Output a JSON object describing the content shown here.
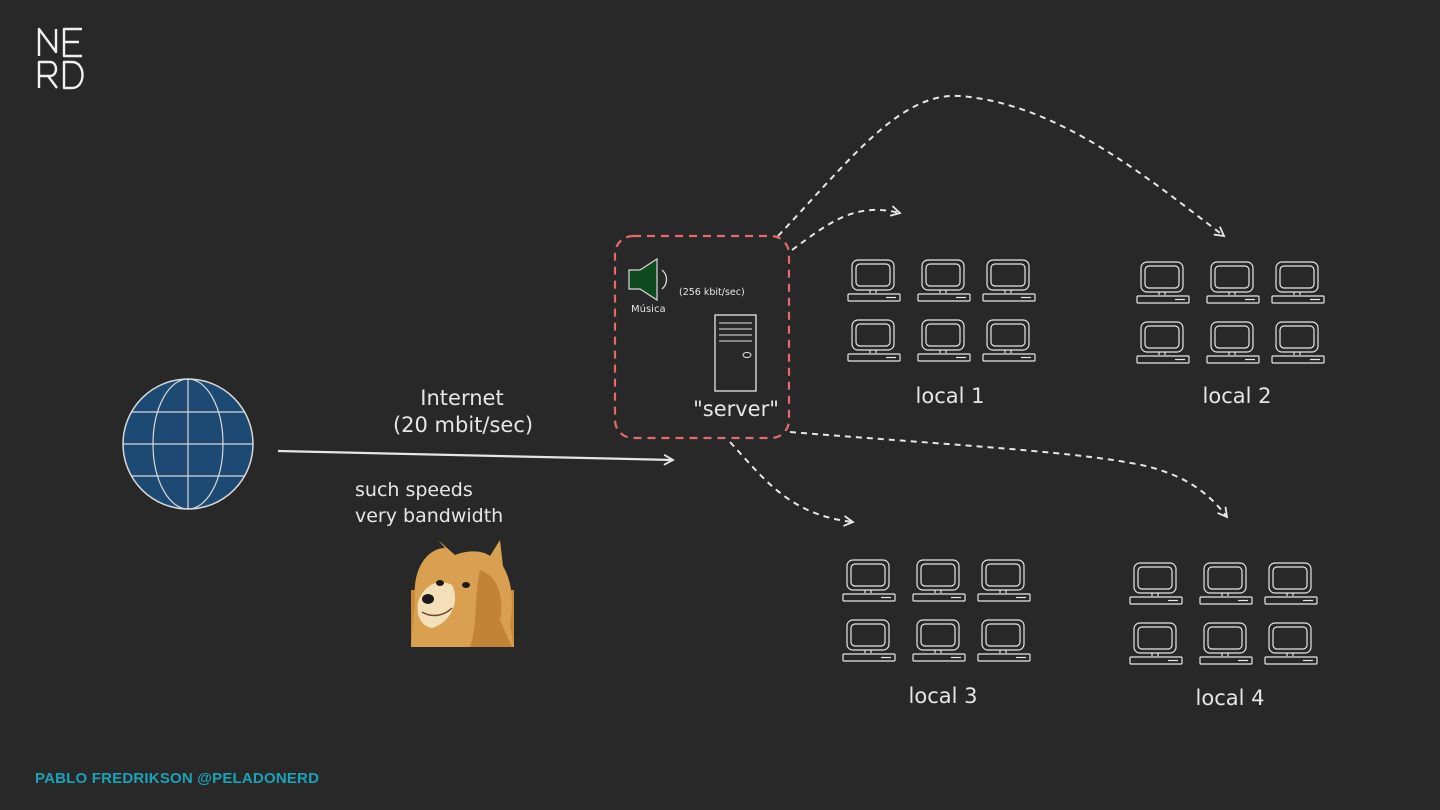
{
  "logo": {
    "text": "NERD",
    "rows": [
      "NE",
      "RD"
    ]
  },
  "footer": {
    "credit": "PABLO FREDRIKSON @PELADONERD"
  },
  "diagram": {
    "internet": {
      "line1": "Internet",
      "line2": "(20 mbit/sec)"
    },
    "meme": {
      "line1": "such speeds",
      "line2": "very bandwidth"
    },
    "server": {
      "label": "\"server\"",
      "audio_label": "Música",
      "audio_rate": "(256 kbit/sec)"
    },
    "locals": [
      {
        "label": "local 1"
      },
      {
        "label": "local 2"
      },
      {
        "label": "local 3"
      },
      {
        "label": "local 4"
      }
    ]
  },
  "colors": {
    "background": "#282828",
    "globe": "#1d4a72",
    "server_box": "#e36b6b",
    "speaker": "#0e4a1e",
    "footer": "#1aa3b8",
    "lines": "#e6e6e6"
  },
  "icons": [
    "globe-icon",
    "speaker-icon",
    "server-tower-icon",
    "computer-icon",
    "doge-image"
  ]
}
